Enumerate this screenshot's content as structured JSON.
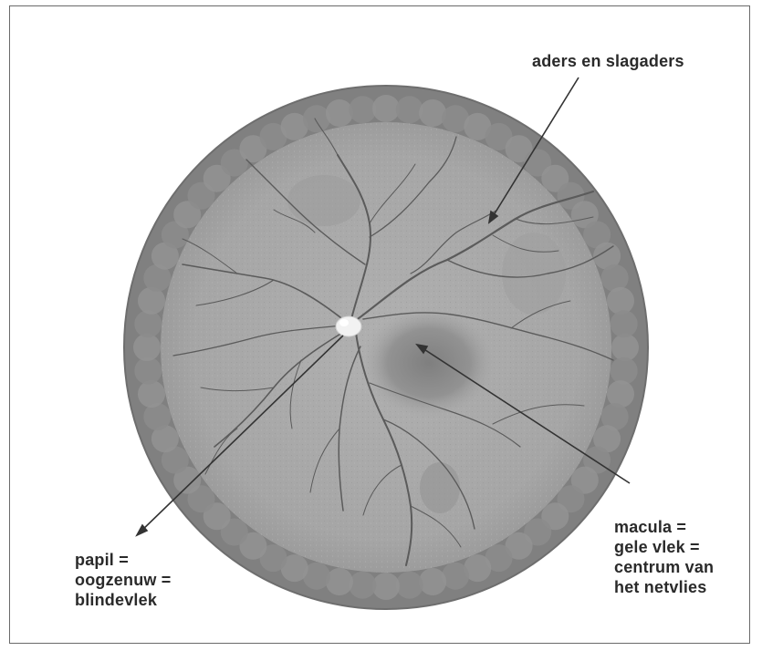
{
  "labels": {
    "vessels": "aders en slagaders",
    "papil": [
      "papil =",
      "oogzenuw =",
      "blindevlek"
    ],
    "macula": [
      "macula =",
      "gele vlek =",
      "centrum van",
      "het netvlies"
    ]
  },
  "colors": {
    "rim": "#828282",
    "fundus": "#a9a9a9",
    "vessel": "#5b5b5b",
    "disc": "#f2f2f2",
    "macula": "#8c8c8c",
    "pointer": "#333333",
    "text": "#2a2a2a"
  }
}
